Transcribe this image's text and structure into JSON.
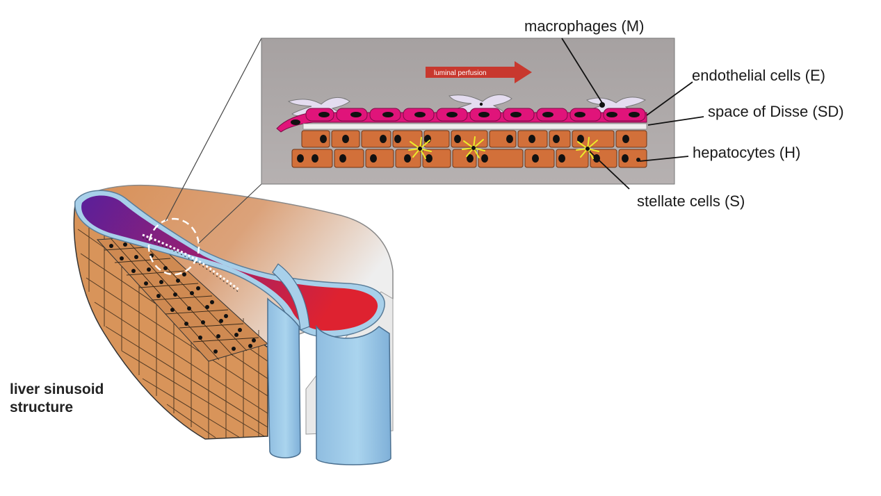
{
  "labels": {
    "macrophages": "macrophages (M)",
    "endothelial": "endothelial cells (E)",
    "disse": "space of Disse (SD)",
    "hepatocytes": "hepatocytes (H)",
    "stellate": "stellate cells (S)",
    "perfusion": "luminal perfusion",
    "title_line1": "liver sinusoid",
    "title_line2": "structure"
  },
  "colors": {
    "inset_background": "#a9a3a3",
    "endothelium": "#e0147a",
    "hepatocyte": "#d2703a",
    "macrophage": "#e4dcf0",
    "stellate": "#ecec2a",
    "tissue": "#d8945a",
    "vessel_blue": "#a6d2ec",
    "blood_purple": "#5a1f9a",
    "blood_red": "#de2230",
    "perfusion_arrow": "#c8382e"
  }
}
